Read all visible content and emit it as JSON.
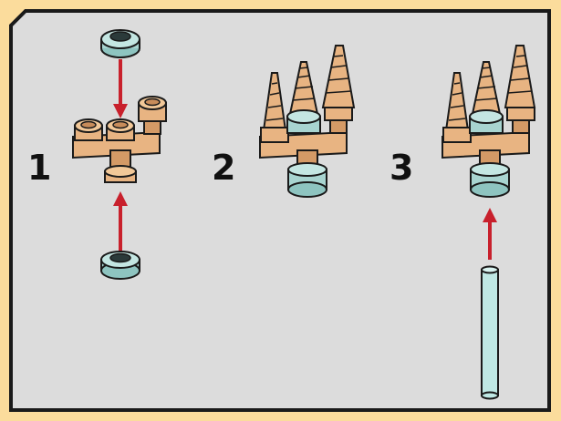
{
  "colors": {
    "background": "#fbdc9c",
    "panel": "#dcdcdc",
    "panel_border": "#1a1a1a",
    "brick_tan": "#e8b482",
    "brick_tan_dark": "#c88c5a",
    "stud_teal": "#a8d4d0",
    "arrow_red": "#c8202c",
    "bar_trans": "#bfe8e4"
  },
  "steps": [
    {
      "label": "1"
    },
    {
      "label": "2"
    },
    {
      "label": "3"
    }
  ]
}
